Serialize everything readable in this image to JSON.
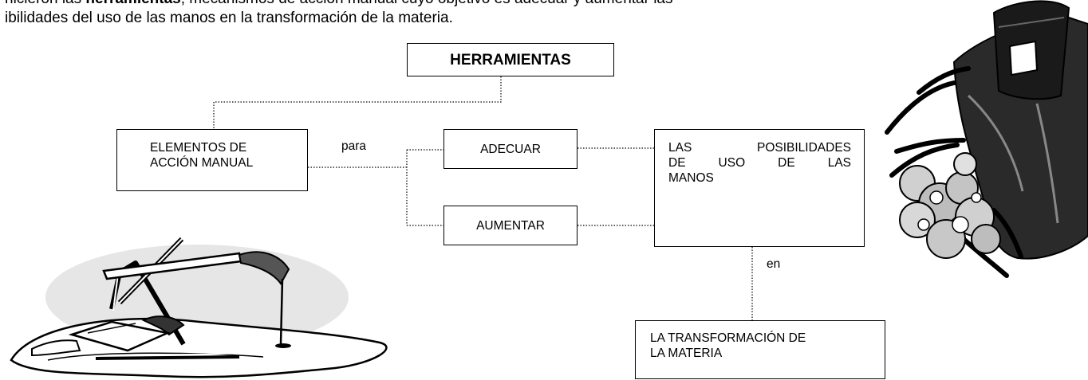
{
  "intro": {
    "line1": [
      {
        "text": "hicieron las ",
        "bold": false
      },
      {
        "text": "herramientas",
        "bold": true
      },
      {
        "text": ", mecanismos de acción manual cuyo objetivo es adecuar y aumentar las",
        "bold": false
      }
    ],
    "line2": "ibilidades del uso de las manos en la transformación de la materia."
  },
  "diagram": {
    "root": "HERRAMIENTAS",
    "elementos": {
      "line1": "ELEMENTOS DE",
      "line2": "ACCIÓN MANUAL"
    },
    "connector_para": "para",
    "adecuar": "ADECUAR",
    "aumentar": "AUMENTAR",
    "posibilidades": {
      "line1": "LAS POSIBILIDADES",
      "line2": "DE USO DE LAS",
      "line3": "MANOS"
    },
    "connector_en": "en",
    "transformacion": {
      "line1": "LA TRANSFORMACIÓN DE",
      "line2": "LA MATERIA"
    }
  },
  "colors": {
    "ink": "#000000",
    "background": "#ffffff",
    "clipart_shadow": "#e6e6e6"
  }
}
